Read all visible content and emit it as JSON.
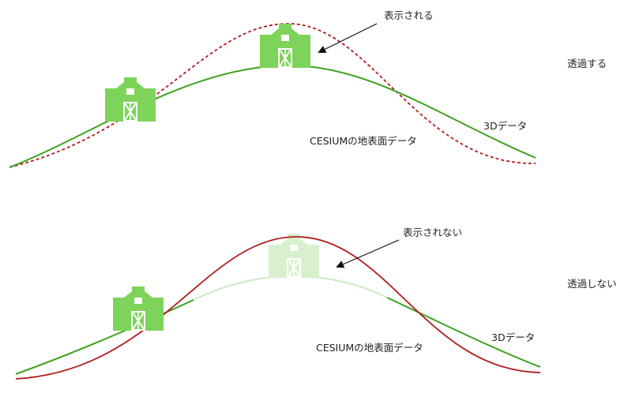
{
  "top_panel": {
    "callout": "表示される",
    "side_label": "透過する",
    "data3d_label": "3Dデータ",
    "terrain_label": "CESIUMの地表面データ"
  },
  "bottom_panel": {
    "callout": "表示されない",
    "side_label": "透過しない",
    "data3d_label": "3Dデータ",
    "terrain_label": "CESIUMの地表面データ"
  },
  "colors": {
    "data3d_curve": "#3ca21e",
    "terrain_curve": "#b01e1e",
    "house": "#7ed35a",
    "house_faded": "#d9f0cf",
    "faded_curve": "#cfe8c4",
    "arrow": "#111111"
  },
  "icons": {
    "house": "barn-house-icon"
  }
}
